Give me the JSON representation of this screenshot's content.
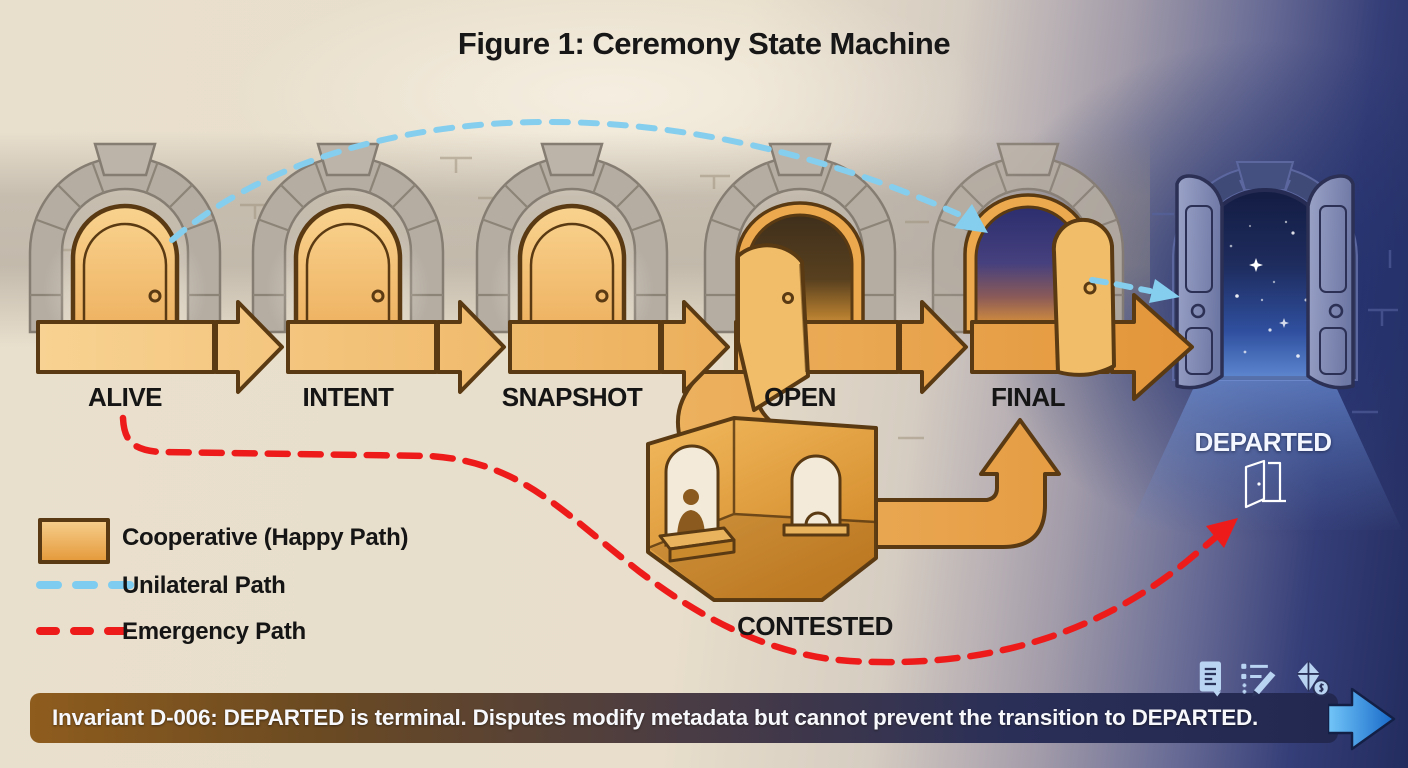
{
  "title": "Figure 1: Ceremony State Machine",
  "states": {
    "alive": "ALIVE",
    "intent": "INTENT",
    "snapshot": "SNAPSHOT",
    "open": "OPEN",
    "final": "FINAL",
    "departed": "DEPARTED",
    "contested": "CONTESTED"
  },
  "legend": {
    "cooperative": "Cooperative (Happy Path)",
    "unilateral": "Unilateral Path",
    "emergency": "Emergency Path"
  },
  "banner": {
    "text": "Invariant D-006: DEPARTED is terminal. Disputes modify metadata but cannot prevent the transition to DEPARTED."
  },
  "colors": {
    "cooperative_fill": "#EDA94E",
    "cooperative_stroke": "#5A3A12",
    "unilateral": "#7ECDF0",
    "emergency": "#EE1B1B",
    "banner_arrow": "#2F8FE0"
  }
}
